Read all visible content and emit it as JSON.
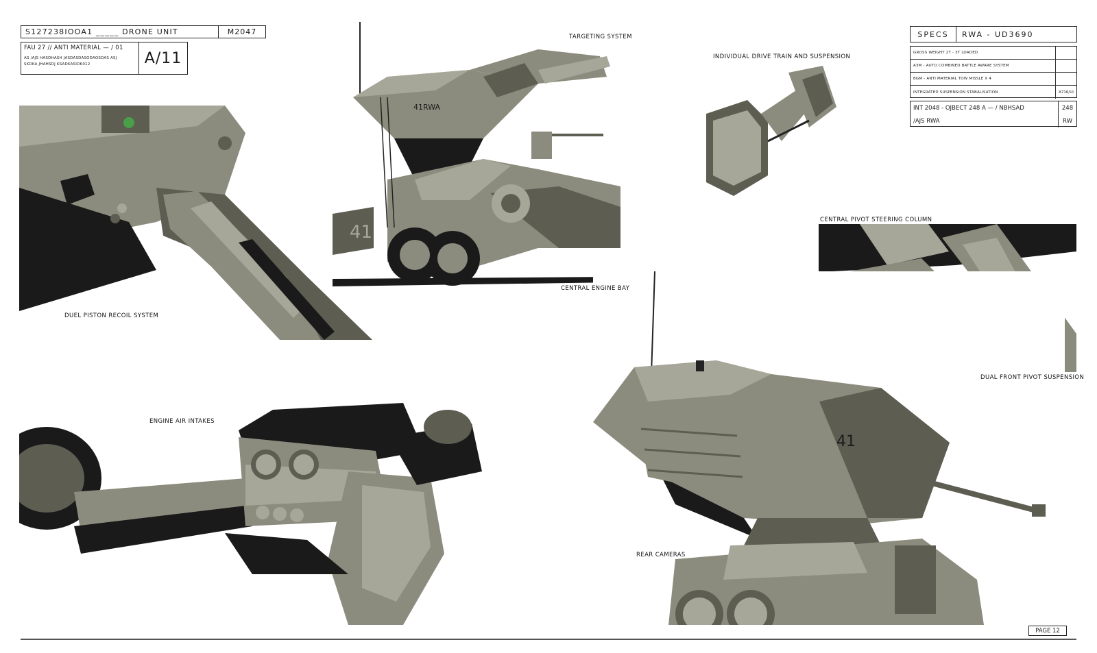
{
  "header": {
    "code": "S127238IOOA1 _____ DRONE UNIT",
    "model": "M2047",
    "subtitle": "FAU 27 // ANTI MATERIAL — / 01",
    "small_line_1": "AS /AJS HASDHASH JASDASDASODAOSDAS ASJ",
    "small_line_2": "SKDKA JHAHSDJ      KSADKASIDK012",
    "sheet_code": "A/11"
  },
  "specs": {
    "label": "SPECS",
    "title": "RWA - UD3690",
    "rows": [
      {
        "text": "GROSS WEIGHT 2T - 3T LOADED",
        "value": ""
      },
      {
        "text": "A3M - AUTO COMBINED BATTLE AWARE SYSTEM",
        "value": ""
      },
      {
        "text": "BGM - ANTI MATERIAL TOW MISSLE X 4",
        "value": ""
      },
      {
        "text": "INTEGRATED SUSPENSION STABALISATION",
        "value": "A716/UI"
      }
    ],
    "footer": [
      {
        "text": "INT 2048 - OJBECT 248   A — / NBHSAD",
        "value": "248"
      },
      {
        "text": "/AJS RWA",
        "value": "RW"
      }
    ]
  },
  "labels": {
    "targeting": "TARGETING SYSTEM",
    "drive_train": "INDIVIDUAL DRIVE TRAIN AND SUSPENSION",
    "engine_bay": "CENTRAL ENGINE BAY",
    "steering": "CENTRAL PIVOT STEERING COLUMN",
    "recoil": "DUEL PISTON RECOIL SYSTEM",
    "front_pivot": "DUAL FRONT PIVOT SUSPENSION",
    "air_intakes": "ENGINE AIR INTAKES",
    "rear_cameras": "REAR CAMERAS"
  },
  "decals": {
    "unit_number": "41",
    "unit_text": "41RWA"
  },
  "page": "PAGE 12",
  "colors": {
    "armor": "#8c8c7e",
    "armor_light": "#a7a799",
    "armor_dark": "#5d5d52",
    "shadow": "#1a1a1a",
    "lineart": "#222222"
  }
}
